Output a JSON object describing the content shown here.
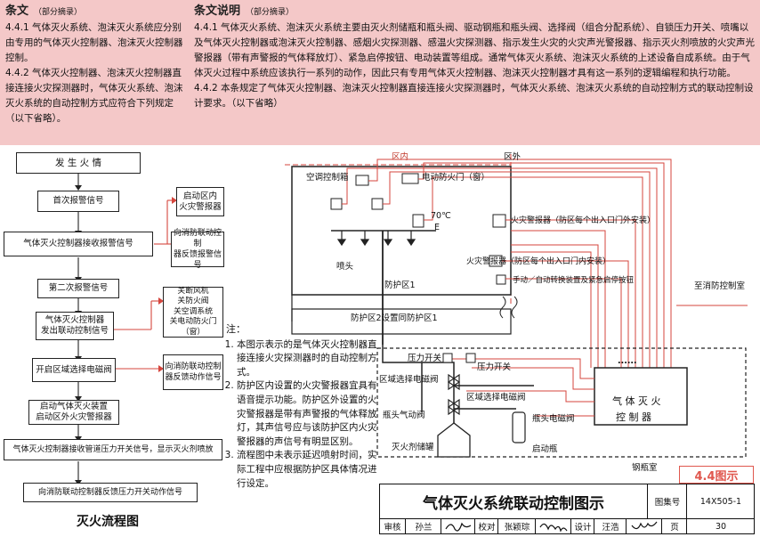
{
  "header": {
    "left_title": "条文",
    "left_sub": "（部分摘录）",
    "right_title": "条文说明",
    "right_sub": "（部分摘录）",
    "left_paras": [
      "4.4.1  气体灭火系统、泡沫灭火系统应分别由专用的气体灭火控制器、泡沫灭火控制器控制。",
      "4.4.2  气体灭火控制器、泡沫灭火控制器直接连接火灾探测器时，气体灭火系统、泡沫灭火系统的自动控制方式应符合下列规定（以下省略）。"
    ],
    "right_paras": [
      "4.4.1  气体灭火系统、泡沫灭火系统主要由灭火剂储瓶和瓶头阀、驱动钢瓶和瓶头阀、选择阀（组合分配系统）、自锁压力开关、喷嘴以及气体灭火控制器或泡沫灭火控制器、感烟火灾探测器、感温火灾探测器、指示发生火灾的火灾声光警报器、指示灭火剂喷放的火灾声光警报器（带有声警报的气体释放灯）、紧急启停按钮、电动装置等组成。通常气体灭火系统、泡沫灭火系统的上述设备自成系统。由于气体灭火过程中系统应该执行一系列的动作，因此只有专用气体灭火控制器、泡沫灭火控制器才具有这一系列的逻辑编程和执行功能。",
      "4.4.2  本条规定了气体灭火控制器、泡沫灭火控制器直接连接火灾探测器时，气体灭火系统、泡沫灭火系统的自动控制方式的联动控制设计要求。（以下省略）"
    ]
  },
  "flowchart": {
    "main_steps": [
      "发 生 火 情",
      "首次报警信号",
      "气体灭火控制器接收报警信号",
      "第二次报警信号",
      "气体灭火控制器\n发出联动控制信号",
      "开启区域选择电磁阀",
      "启动气体灭火装置\n启动区外火灾警报器",
      "气体灭火控制器接收管道压力开关信号，显示灭火剂喷放",
      "向消防联动控制器反馈压力开关动作信号"
    ],
    "side_steps": [
      "启动区内\n火灾警报器",
      "向消防联动控制\n器反馈报警信号",
      "关断风机\n关防火阀\n关空调系统\n关电动防火门（窗）",
      "向消防联动控制\n器反馈动作信号"
    ],
    "title": "灭火流程图"
  },
  "notes": {
    "heading": "注：",
    "items": [
      "本图示表示的是气体灭火控制器直接连接火灾探测器时的自动控制方式。",
      "防护区内设置的火灾警报器宜具有语音提示功能。防护区外设置的火灾警报器是带有声警报的气体释放灯，其声信号应与该防护区内火灾警报器的声信号有明显区别。",
      "流程图中未表示延迟喷射时间，实际工程中应根据防护区具体情况进行设定。"
    ]
  },
  "diagram": {
    "zone_in": "区内",
    "zone_out": "区外",
    "ac_control": "空调控制箱",
    "fire_door": "电动防火门（窗）",
    "temp": "70℃",
    "temp_e": "E",
    "nozzle": "喷头",
    "zone1": "防护区1",
    "zone2": "防护区2设置同防护区1",
    "alarm_out": "火灾警报器（防区每个出入口门外安装）",
    "alarm_in": "火灾警报器（防区每个出入口门内安装）",
    "switch": "手动／自动转换装置及紧急启停按钮",
    "to_control": "至消防控制室",
    "pressure_switch_1": "压力开关",
    "pressure_switch_2": "压力开关",
    "zone_valve_1": "区域选择电磁阀",
    "zone_valve_2": "区域选择电磁阀",
    "bottle_valve_1": "瓶头气动阀",
    "bottle_valve_2": "瓶头电磁阀",
    "agent": "灭火剂储罐",
    "start_bottle": "启动瓶",
    "controller_l1": "气 体 灭 火",
    "controller_l2": "控 制 器",
    "steel_room": "钢瓶室",
    "dots": "......"
  },
  "title_block": {
    "figure_no": "4.4图示",
    "title": "气体灭火系统联动控制图示",
    "atlas_label": "图集号",
    "atlas_no": "14X505-1",
    "review_label": "审核",
    "review_name": "孙兰",
    "check_label": "校对",
    "check_name": "张颖琮",
    "design_label": "设计",
    "design_name": "汪浩",
    "page_label": "页",
    "page_no": "30"
  },
  "colors": {
    "header_bg": "#f4c8c8",
    "red_line": "#d6463e",
    "accent": "#e0574e"
  }
}
